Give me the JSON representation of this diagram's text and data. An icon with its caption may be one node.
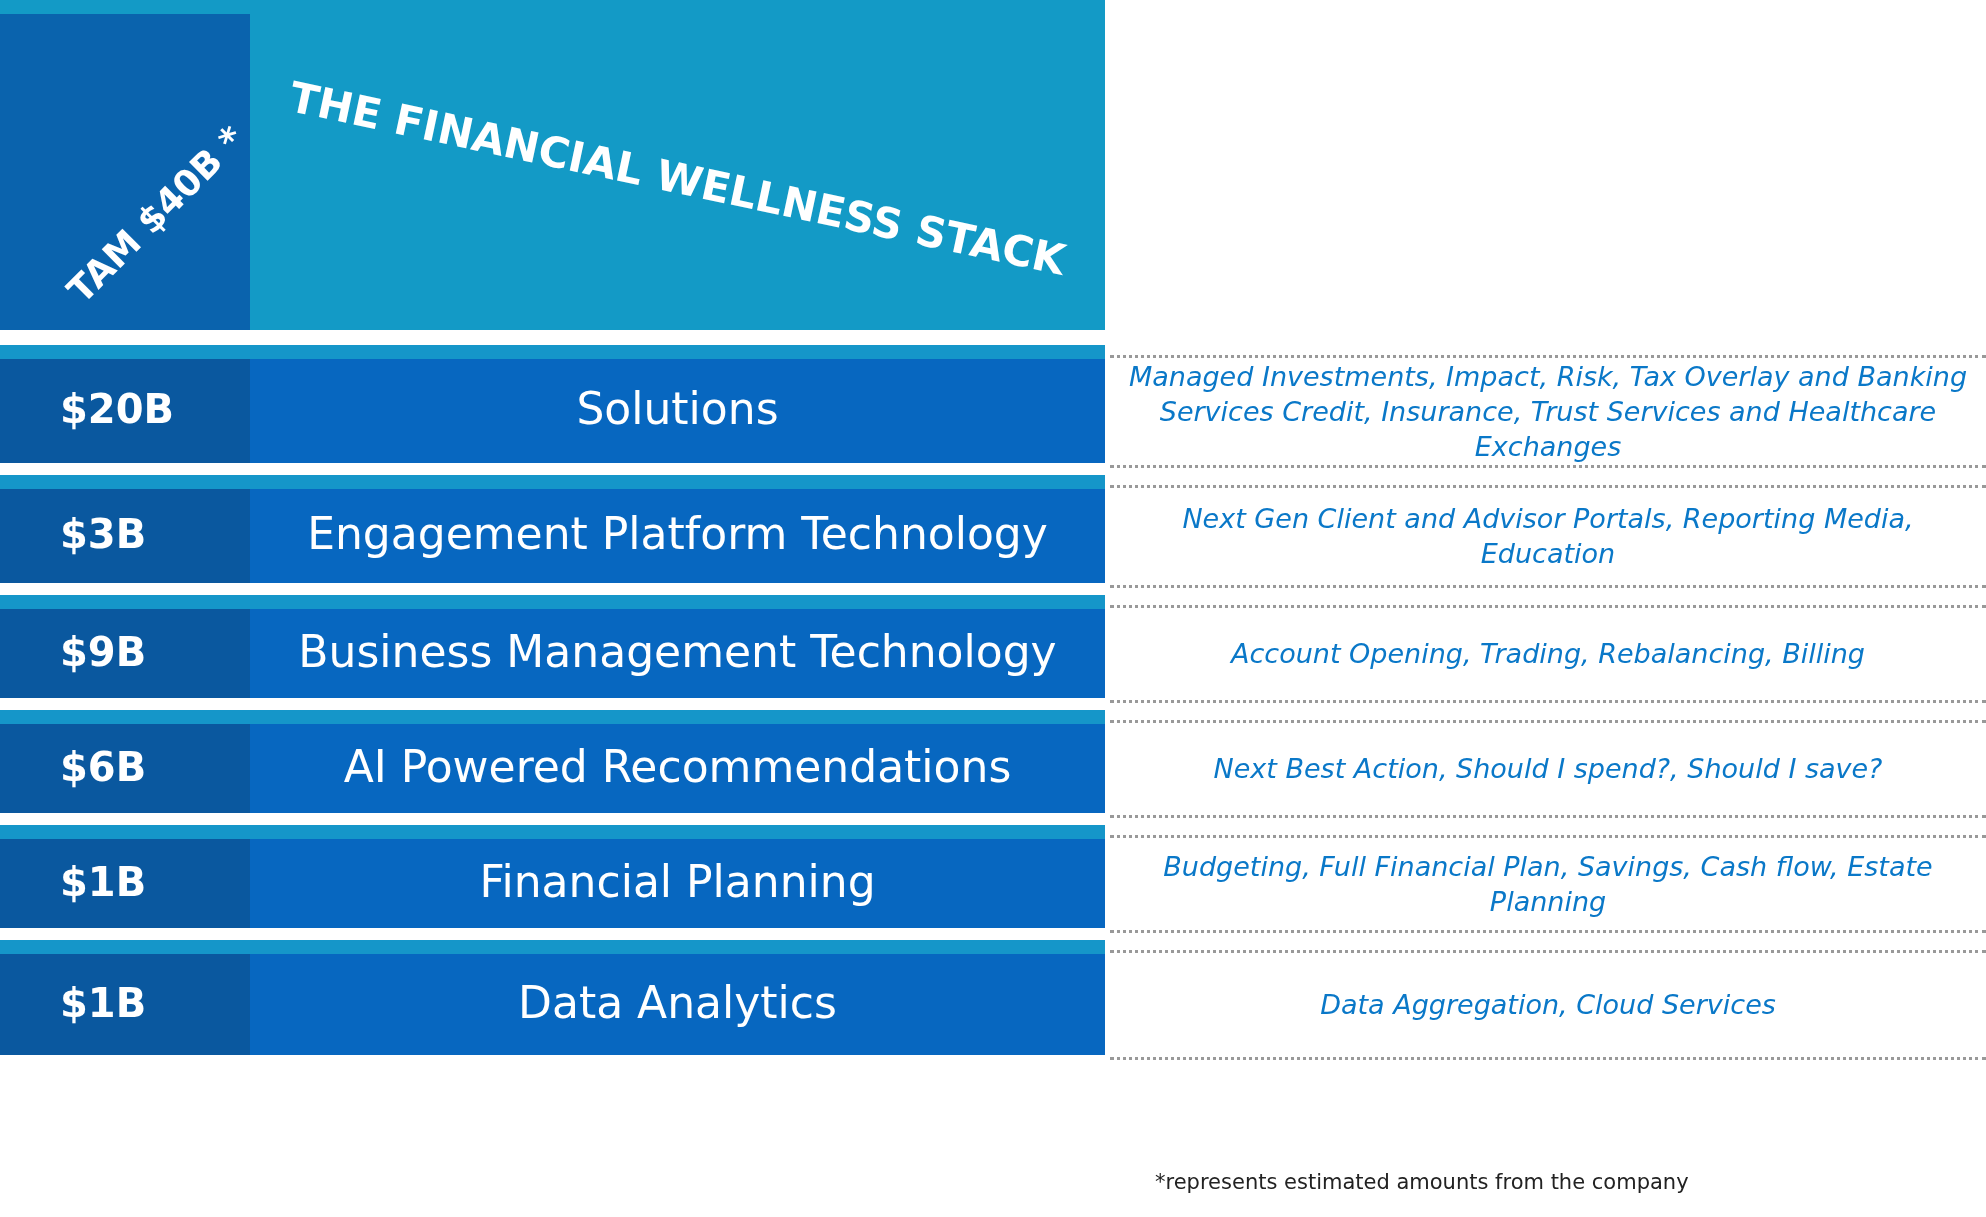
{
  "diagram": {
    "caption": "*represents estimated amounts from the company",
    "nodes": [
      {
        "text": [
          "TAM $40B *",
          "THE FINANCIAL WELLNESS STACK"
        ]
      },
      {
        "text": [
          "$20B",
          "Solutions"
        ]
      },
      {
        "text": [
          "$3B",
          "Engagement Platform Technology"
        ]
      },
      {
        "text": [
          "$9B",
          "Business Management Technology"
        ]
      },
      {
        "text": [
          "$6B",
          "AI Powered Recommendations"
        ]
      },
      {
        "text": [
          "$1B",
          "Financial Planning"
        ]
      },
      {
        "text": [
          "$1B",
          "Data Analytics"
        ]
      }
    ],
    "labels": [
      "Managed Investments, Impact, Risk, Tax Overlay and Banking Services Credit, Insurance, Trust Services and Healthcare Exchanges",
      "Next Gen Client and Advisor Portals, Reporting Media, Education",
      "Account Opening, Trading, Rebalancing, Billing",
      "Next Best Action, Should I spend?, Should I save?",
      "Budgeting, Full Financial Plan, Savings, Cash flow, Estate Planning",
      "Data Aggregation, Cloud Services"
    ]
  }
}
